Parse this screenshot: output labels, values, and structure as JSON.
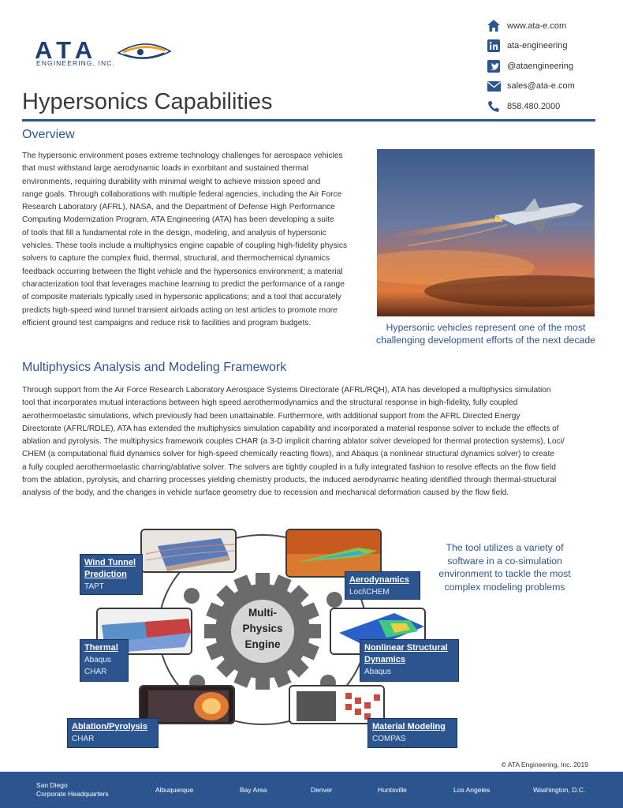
{
  "logo": {
    "word": "ATA",
    "sub": "ENGINEERING, INC."
  },
  "contact": [
    {
      "icon": "home-icon",
      "text": "www.ata-e.com"
    },
    {
      "icon": "linkedin-icon",
      "text": "ata-engineering"
    },
    {
      "icon": "twitter-icon",
      "text": "@ataengineering"
    },
    {
      "icon": "mail-icon",
      "text": "sales@ata-e.com"
    },
    {
      "icon": "phone-icon",
      "text": "858.480.2000"
    }
  ],
  "title": "Hypersonics Capabilities",
  "overview": {
    "heading": "Overview",
    "lines": [
      "The hypersonic environment poses extreme technology challenges for aerospace vehicles",
      "that must withstand large aerodynamic loads in exorbitant and sustained thermal",
      "environments, requiring durability with minimal weight to achieve mission speed and",
      "range goals. Through collaborations with multiple federal agencies, including the Air Force",
      "Research Laboratory (AFRL), NASA, and the Department of Defense High Performance",
      "Computing Modernization Program, ATA Engineering (ATA) has been developing a suite",
      "of tools that fill a fundamental role in the design, modeling, and analysis of hypersonic",
      "vehicles. These tools include a multiphysics engine capable of coupling high-fidelity physics",
      "solvers to capture the complex fluid, thermal, structural, and thermochemical dynamics",
      "feedback occurring between the flight vehicle and the hypersonics environment; a material",
      "characterization tool that leverages machine learning to predict the performance of a range",
      "of composite materials typically used in hypersonic applications; and a tool that accurately",
      "predicts high-speed wind tunnel transient airloads acting on test articles to promote more",
      "efficient ground test campaigns and reduce risk to facilities and program budgets."
    ],
    "caption_lines": [
      "Hypersonic vehicles represent one of the most",
      "challenging development efforts of the next decade"
    ]
  },
  "multiphysics": {
    "heading": "Multiphysics Analysis and Modeling Framework",
    "lines": [
      "Through support from the Air Force Research Laboratory Aerospace Systems Directorate (AFRL/RQH), ATA has developed a multiphysics simulation",
      "tool that incorporates mutual interactions between high speed aerothermodynamics and the structural response in high-fidelity, fully coupled",
      "aerothermoelastic simulations, which previously had been unattainable.  Furthermore, with additional support from the AFRL Directed Energy",
      "Directorate (AFRL/RDLE), ATA has extended the multiphysics simulation capability and incorporated a material response solver to include the effects of",
      "ablation and pyrolysis. The multiphysics framework couples CHAR (a 3-D implicit charring ablator solver developed for thermal protection systems), Loci/",
      "CHEM (a computational fluid dynamics solver for high-speed chemically reacting flows), and Abaqus (a nonlinear structural dynamics solver) to create",
      "a fully coupled aerothermoelastic charring/ablative solver. The solvers are tightly coupled in a fully integrated fashion to resolve effects on the flow field",
      "from the ablation, pyrolysis, and charring processes yielding chemistry products, the induced aerodynamic heating identified through thermal-structural",
      "analysis of the body, and the changes in vehicle surface geometry due to recession and mechanical deformation caused by the flow field."
    ]
  },
  "diagram": {
    "engine_lines": [
      "Multi-",
      "Physics",
      "Engine"
    ],
    "boxes": {
      "wind": {
        "title1": "Wind Tunnel",
        "title2": "Prediction",
        "sub": "TAPT"
      },
      "aero": {
        "title1": "Aerodynamics",
        "sub": "Loci\\CHEM"
      },
      "thermal": {
        "title1": "Thermal",
        "sub1": "Abaqus",
        "sub2": "CHAR"
      },
      "nonlin": {
        "title1": "Nonlinear Structural",
        "title2": "Dynamics",
        "sub": "Abaqus"
      },
      "ablation": {
        "title1": "Ablation/Pyrolysis",
        "sub": "CHAR"
      },
      "material": {
        "title1": "Material Modeling",
        "sub": "COMPAS"
      }
    },
    "note_lines": [
      "The tool utilizes a variety of",
      "software in a co-simulation",
      "environment to tackle the most",
      "complex modeling problems"
    ]
  },
  "copyright": "© ATA Engineering, Inc. 2019",
  "footer": {
    "sd1": "San Diego",
    "sd2": "Corporate Headquarters",
    "locations": [
      "Albuquerque",
      "Bay Area",
      "Denver",
      "Huntsville",
      "Los Angeles",
      "Washington, D.C."
    ]
  },
  "colors": {
    "brand_blue": "#2c5590",
    "dark_blue": "#1d3f73",
    "accent_orange": "#f0a020"
  }
}
